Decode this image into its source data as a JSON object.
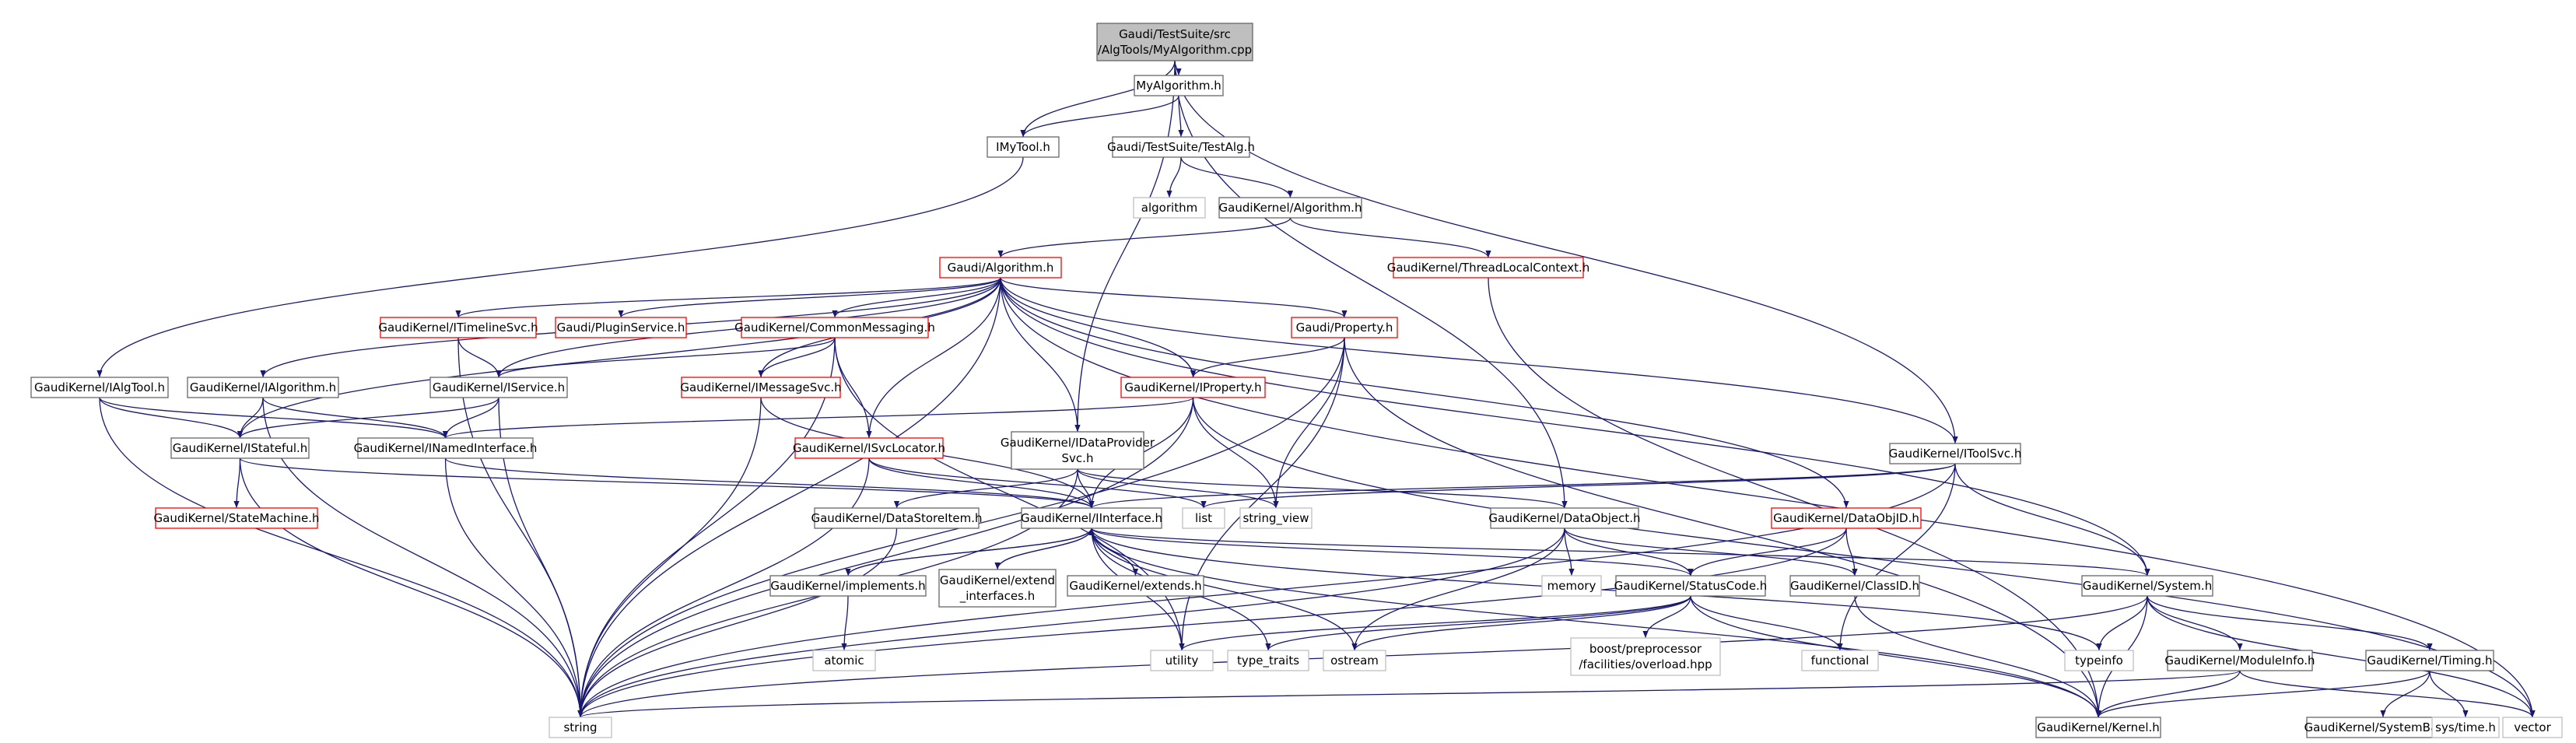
{
  "colors": {
    "edge": "#191970",
    "node_border": "#666666",
    "node_border_incomplete": "#ff0000",
    "node_border_system": "#bfbfbf",
    "root_fill": "#bfbfbf",
    "system_text": "#000000"
  },
  "nodes": [
    {
      "id": "root",
      "lines": [
        "Gaudi/TestSuite/src",
        "/AlgTools/MyAlgorithm.cpp"
      ],
      "kind": "root"
    },
    {
      "id": "myalgorithm_h",
      "lines": [
        "MyAlgorithm.h"
      ],
      "kind": "file"
    },
    {
      "id": "imytool_h",
      "lines": [
        "IMyTool.h"
      ],
      "kind": "file"
    },
    {
      "id": "testalg_h",
      "lines": [
        "Gaudi/TestSuite/TestAlg.h"
      ],
      "kind": "file"
    },
    {
      "id": "algorithm_std",
      "lines": [
        "algorithm"
      ],
      "kind": "system"
    },
    {
      "id": "gk_algorithm_h",
      "lines": [
        "GaudiKernel/Algorithm.h"
      ],
      "kind": "file"
    },
    {
      "id": "gaudi_algorithm_h",
      "lines": [
        "Gaudi/Algorithm.h"
      ],
      "kind": "incomplete"
    },
    {
      "id": "threadlocalcontext_h",
      "lines": [
        "GaudiKernel/ThreadLocalContext.h"
      ],
      "kind": "incomplete"
    },
    {
      "id": "itimelinesvc_h",
      "lines": [
        "GaudiKernel/ITimelineSvc.h"
      ],
      "kind": "incomplete"
    },
    {
      "id": "pluginservice_h",
      "lines": [
        "Gaudi/PluginService.h"
      ],
      "kind": "incomplete"
    },
    {
      "id": "commonmessaging_h",
      "lines": [
        "GaudiKernel/CommonMessaging.h"
      ],
      "kind": "incomplete"
    },
    {
      "id": "gaudi_property_h",
      "lines": [
        "Gaudi/Property.h"
      ],
      "kind": "incomplete"
    },
    {
      "id": "ialgtool_h",
      "lines": [
        "GaudiKernel/IAlgTool.h"
      ],
      "kind": "file"
    },
    {
      "id": "ialgorithm_h",
      "lines": [
        "GaudiKernel/IAlgorithm.h"
      ],
      "kind": "file"
    },
    {
      "id": "iservice_h",
      "lines": [
        "GaudiKernel/IService.h"
      ],
      "kind": "file"
    },
    {
      "id": "imessagesvc_h",
      "lines": [
        "GaudiKernel/IMessageSvc.h"
      ],
      "kind": "incomplete"
    },
    {
      "id": "iproperty_h",
      "lines": [
        "GaudiKernel/IProperty.h"
      ],
      "kind": "incomplete"
    },
    {
      "id": "istateful_h",
      "lines": [
        "GaudiKernel/IStateful.h"
      ],
      "kind": "file"
    },
    {
      "id": "inamedinterface_h",
      "lines": [
        "GaudiKernel/INamedInterface.h"
      ],
      "kind": "file"
    },
    {
      "id": "isvclocator_h",
      "lines": [
        "GaudiKernel/ISvcLocator.h"
      ],
      "kind": "incomplete"
    },
    {
      "id": "idataprovidersvc_h",
      "lines": [
        "GaudiKernel/IDataProvider",
        "Svc.h"
      ],
      "kind": "file"
    },
    {
      "id": "dataobjid_h",
      "lines": [
        "GaudiKernel/DataObjID.h"
      ],
      "kind": "incomplete"
    },
    {
      "id": "itoolsvc_h",
      "lines": [
        "GaudiKernel/IToolSvc.h"
      ],
      "kind": "file"
    },
    {
      "id": "statemachine_h",
      "lines": [
        "GaudiKernel/StateMachine.h"
      ],
      "kind": "incomplete"
    },
    {
      "id": "datastoreitem_h",
      "lines": [
        "GaudiKernel/DataStoreItem.h"
      ],
      "kind": "file"
    },
    {
      "id": "iinterface_h",
      "lines": [
        "GaudiKernel/IInterface.h"
      ],
      "kind": "file"
    },
    {
      "id": "list_std",
      "lines": [
        "list"
      ],
      "kind": "system"
    },
    {
      "id": "string_view_std",
      "lines": [
        "string_view"
      ],
      "kind": "system"
    },
    {
      "id": "dataobject_h",
      "lines": [
        "GaudiKernel/DataObject.h"
      ],
      "kind": "file"
    },
    {
      "id": "implements_h",
      "lines": [
        "GaudiKernel/implements.h"
      ],
      "kind": "file"
    },
    {
      "id": "extend_interfaces_h",
      "lines": [
        "GaudiKernel/extend",
        "_interfaces.h"
      ],
      "kind": "file"
    },
    {
      "id": "extends_h",
      "lines": [
        "GaudiKernel/extends.h"
      ],
      "kind": "file"
    },
    {
      "id": "memory_std",
      "lines": [
        "memory"
      ],
      "kind": "system"
    },
    {
      "id": "statuscode_h",
      "lines": [
        "GaudiKernel/StatusCode.h"
      ],
      "kind": "file"
    },
    {
      "id": "classid_h",
      "lines": [
        "GaudiKernel/ClassID.h"
      ],
      "kind": "file"
    },
    {
      "id": "system_h",
      "lines": [
        "GaudiKernel/System.h"
      ],
      "kind": "file"
    },
    {
      "id": "atomic_std",
      "lines": [
        "atomic"
      ],
      "kind": "system"
    },
    {
      "id": "utility_std",
      "lines": [
        "utility"
      ],
      "kind": "system"
    },
    {
      "id": "type_traits_std",
      "lines": [
        "type_traits"
      ],
      "kind": "system"
    },
    {
      "id": "ostream_std",
      "lines": [
        "ostream"
      ],
      "kind": "system"
    },
    {
      "id": "overload_hpp",
      "lines": [
        "boost/preprocessor",
        "/facilities/overload.hpp"
      ],
      "kind": "system"
    },
    {
      "id": "functional_std",
      "lines": [
        "functional"
      ],
      "kind": "system"
    },
    {
      "id": "typeinfo_std",
      "lines": [
        "typeinfo"
      ],
      "kind": "system"
    },
    {
      "id": "moduleinfo_h",
      "lines": [
        "GaudiKernel/ModuleInfo.h"
      ],
      "kind": "file"
    },
    {
      "id": "timing_h",
      "lines": [
        "GaudiKernel/Timing.h"
      ],
      "kind": "file"
    },
    {
      "id": "string_std",
      "lines": [
        "string"
      ],
      "kind": "system"
    },
    {
      "id": "kernel_h",
      "lines": [
        "GaudiKernel/Kernel.h"
      ],
      "kind": "file"
    },
    {
      "id": "systembase_h",
      "lines": [
        "GaudiKernel/SystemBase.h"
      ],
      "kind": "file"
    },
    {
      "id": "sys_time_h",
      "lines": [
        "sys/time.h"
      ],
      "kind": "system"
    },
    {
      "id": "vector_std",
      "lines": [
        "vector"
      ],
      "kind": "system"
    }
  ],
  "edges": [
    [
      "root",
      "myalgorithm_h"
    ],
    [
      "root",
      "imytool_h"
    ],
    [
      "root",
      "idataprovidersvc_h"
    ],
    [
      "root",
      "dataobject_h"
    ],
    [
      "root",
      "itoolsvc_h"
    ],
    [
      "myalgorithm_h",
      "imytool_h"
    ],
    [
      "myalgorithm_h",
      "testalg_h"
    ],
    [
      "imytool_h",
      "ialgtool_h"
    ],
    [
      "testalg_h",
      "algorithm_std"
    ],
    [
      "testalg_h",
      "gk_algorithm_h"
    ],
    [
      "gk_algorithm_h",
      "gaudi_algorithm_h"
    ],
    [
      "gk_algorithm_h",
      "threadlocalcontext_h"
    ],
    [
      "threadlocalcontext_h",
      "kernel_h"
    ],
    [
      "gaudi_algorithm_h",
      "itimelinesvc_h"
    ],
    [
      "gaudi_algorithm_h",
      "pluginservice_h"
    ],
    [
      "gaudi_algorithm_h",
      "commonmessaging_h"
    ],
    [
      "gaudi_algorithm_h",
      "gaudi_property_h"
    ],
    [
      "gaudi_algorithm_h",
      "ialgorithm_h"
    ],
    [
      "gaudi_algorithm_h",
      "iservice_h"
    ],
    [
      "gaudi_algorithm_h",
      "imessagesvc_h"
    ],
    [
      "gaudi_algorithm_h",
      "iproperty_h"
    ],
    [
      "gaudi_algorithm_h",
      "istateful_h"
    ],
    [
      "gaudi_algorithm_h",
      "isvclocator_h"
    ],
    [
      "gaudi_algorithm_h",
      "idataprovidersvc_h"
    ],
    [
      "gaudi_algorithm_h",
      "dataobjid_h"
    ],
    [
      "gaudi_algorithm_h",
      "itoolsvc_h"
    ],
    [
      "gaudi_algorithm_h",
      "system_h"
    ],
    [
      "gaudi_algorithm_h",
      "string_std"
    ],
    [
      "gaudi_algorithm_h",
      "vector_std"
    ],
    [
      "itimelinesvc_h",
      "iservice_h"
    ],
    [
      "itimelinesvc_h",
      "string_std"
    ],
    [
      "commonmessaging_h",
      "imessagesvc_h"
    ],
    [
      "commonmessaging_h",
      "isvclocator_h"
    ],
    [
      "commonmessaging_h",
      "iservice_h"
    ],
    [
      "commonmessaging_h",
      "string_std"
    ],
    [
      "commonmessaging_h",
      "utility_std"
    ],
    [
      "gaudi_property_h",
      "iproperty_h"
    ],
    [
      "gaudi_property_h",
      "string_view_std"
    ],
    [
      "gaudi_property_h",
      "utility_std"
    ],
    [
      "gaudi_property_h",
      "string_std"
    ],
    [
      "gaudi_property_h",
      "kernel_h"
    ],
    [
      "ialgtool_h",
      "istateful_h"
    ],
    [
      "ialgtool_h",
      "inamedinterface_h"
    ],
    [
      "ialgtool_h",
      "string_std"
    ],
    [
      "ialgorithm_h",
      "istateful_h"
    ],
    [
      "ialgorithm_h",
      "inamedinterface_h"
    ],
    [
      "ialgorithm_h",
      "string_std"
    ],
    [
      "iservice_h",
      "istateful_h"
    ],
    [
      "iservice_h",
      "inamedinterface_h"
    ],
    [
      "iservice_h",
      "string_std"
    ],
    [
      "imessagesvc_h",
      "iinterface_h"
    ],
    [
      "imessagesvc_h",
      "string_std"
    ],
    [
      "iproperty_h",
      "inamedinterface_h"
    ],
    [
      "iproperty_h",
      "iinterface_h"
    ],
    [
      "iproperty_h",
      "string_view_std"
    ],
    [
      "iproperty_h",
      "string_std"
    ],
    [
      "iproperty_h",
      "vector_std"
    ],
    [
      "istateful_h",
      "statemachine_h"
    ],
    [
      "istateful_h",
      "iinterface_h"
    ],
    [
      "istateful_h",
      "string_std"
    ],
    [
      "inamedinterface_h",
      "iinterface_h"
    ],
    [
      "inamedinterface_h",
      "string_std"
    ],
    [
      "isvclocator_h",
      "iinterface_h"
    ],
    [
      "isvclocator_h",
      "list_std"
    ],
    [
      "isvclocator_h",
      "string_std"
    ],
    [
      "idataprovidersvc_h",
      "datastoreitem_h"
    ],
    [
      "idataprovidersvc_h",
      "iinterface_h"
    ],
    [
      "idataprovidersvc_h",
      "dataobject_h"
    ],
    [
      "idataprovidersvc_h",
      "string_view_std"
    ],
    [
      "idataprovidersvc_h",
      "string_std"
    ],
    [
      "dataobjid_h",
      "statuscode_h"
    ],
    [
      "dataobjid_h",
      "classid_h"
    ],
    [
      "dataobjid_h",
      "string_std"
    ],
    [
      "itoolsvc_h",
      "iinterface_h"
    ],
    [
      "itoolsvc_h",
      "list_std"
    ],
    [
      "itoolsvc_h",
      "system_h"
    ],
    [
      "itoolsvc_h",
      "functional_std"
    ],
    [
      "itoolsvc_h",
      "string_std"
    ],
    [
      "datastoreitem_h",
      "string_std"
    ],
    [
      "iinterface_h",
      "implements_h"
    ],
    [
      "iinterface_h",
      "extend_interfaces_h"
    ],
    [
      "iinterface_h",
      "extends_h"
    ],
    [
      "iinterface_h",
      "statuscode_h"
    ],
    [
      "iinterface_h",
      "system_h"
    ],
    [
      "iinterface_h",
      "utility_std"
    ],
    [
      "iinterface_h",
      "type_traits_std"
    ],
    [
      "iinterface_h",
      "ostream_std"
    ],
    [
      "iinterface_h",
      "typeinfo_std"
    ],
    [
      "iinterface_h",
      "kernel_h"
    ],
    [
      "implements_h",
      "iinterface_h"
    ],
    [
      "implements_h",
      "atomic_std"
    ],
    [
      "extend_interfaces_h",
      "iinterface_h"
    ],
    [
      "extends_h",
      "iinterface_h"
    ],
    [
      "dataobject_h",
      "statuscode_h"
    ],
    [
      "dataobject_h",
      "classid_h"
    ],
    [
      "dataobject_h",
      "memory_std"
    ],
    [
      "dataobject_h",
      "ostream_std"
    ],
    [
      "dataobject_h",
      "string_std"
    ],
    [
      "statuscode_h",
      "utility_std"
    ],
    [
      "statuscode_h",
      "type_traits_std"
    ],
    [
      "statuscode_h",
      "ostream_std"
    ],
    [
      "statuscode_h",
      "overload_hpp"
    ],
    [
      "statuscode_h",
      "functional_std"
    ],
    [
      "statuscode_h",
      "kernel_h"
    ],
    [
      "classid_h",
      "kernel_h"
    ],
    [
      "system_h",
      "moduleinfo_h"
    ],
    [
      "system_h",
      "timing_h"
    ],
    [
      "system_h",
      "kernel_h"
    ],
    [
      "system_h",
      "typeinfo_std"
    ],
    [
      "system_h",
      "string_std"
    ],
    [
      "system_h",
      "vector_std"
    ],
    [
      "moduleinfo_h",
      "kernel_h"
    ],
    [
      "moduleinfo_h",
      "string_std"
    ],
    [
      "moduleinfo_h",
      "vector_std"
    ],
    [
      "timing_h",
      "systembase_h"
    ],
    [
      "timing_h",
      "sys_time_h"
    ],
    [
      "timing_h",
      "kernel_h"
    ]
  ]
}
